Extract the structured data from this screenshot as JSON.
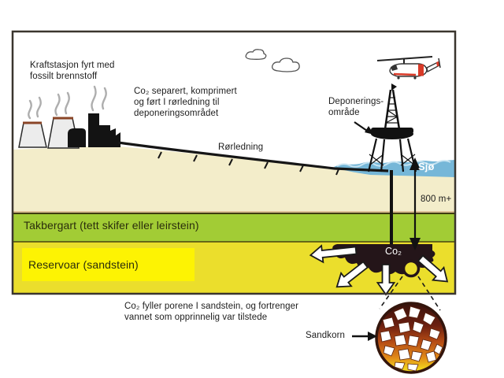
{
  "diagram": {
    "title_implicit": "CO2 capture and storage illustration (Norwegian)",
    "labels": {
      "power_station": "Kraftstasjon fyrt med\nfossilt brennstoff",
      "co2_transport": "Co₂ separert, komprimert\nog ført I rørledning til\ndeponeringsområdet",
      "pipeline": "Rørledning",
      "deposit_area": "Deponerings-\nområde",
      "sea": "Sjø",
      "depth": "800 m+",
      "cap_rock": "Takbergart (tett skifer eller leirstein)",
      "reservoir": "Reservoar (sandstein)",
      "co2_plume": "Co₂",
      "pore_text": "Co₂ fyller porene I sandstein, og fortrenger\nvannet som opprinnelig var tilstede",
      "sand_grain": "Sandkorn"
    },
    "colors": {
      "land_cream": "#f3edca",
      "sea_blue": "#76b7d8",
      "cap_rock_green": "#a2cc35",
      "reservoir_yellow": "#ebde2c",
      "reservoir_label_bg": "#fdf303",
      "plume_dark": "#241519",
      "helicopter_red": "#d93a28",
      "frame_border": "#3a352e"
    }
  }
}
